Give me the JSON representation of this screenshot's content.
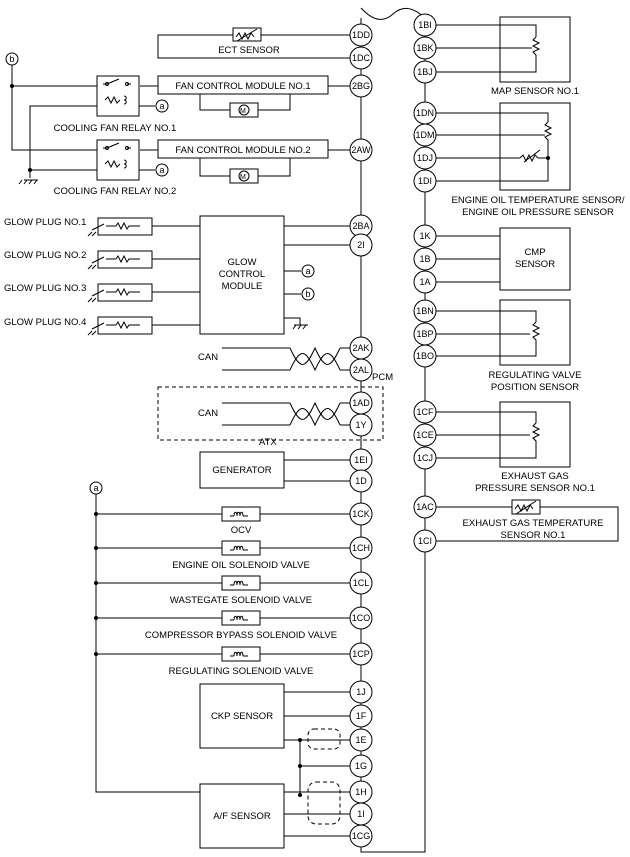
{
  "pcm_label": "PCM",
  "atx_label": "ATX",
  "left_pins": {
    "1DD": "1DD",
    "1DC": "1DC",
    "2BG": "2BG",
    "2AW": "2AW",
    "2BA": "2BA",
    "2I": "2I",
    "2AK": "2AK",
    "2AL": "2AL",
    "1AD": "1AD",
    "1Y": "1Y",
    "1EI": "1EI",
    "1D": "1D",
    "1CK": "1CK",
    "1CH": "1CH",
    "1CL": "1CL",
    "1CO": "1CO",
    "1CP": "1CP",
    "1J": "1J",
    "1F": "1F",
    "1E": "1E",
    "1G": "1G",
    "1H": "1H",
    "1I": "1I",
    "1CG": "1CG"
  },
  "right_pins": {
    "1BI": "1BI",
    "1BK": "1BK",
    "1BJ": "1BJ",
    "1DN": "1DN",
    "1DM": "1DM",
    "1DJ": "1DJ",
    "1DI": "1DI",
    "1K": "1K",
    "1B": "1B",
    "1A": "1A",
    "1BN": "1BN",
    "1BP": "1BP",
    "1BO": "1BO",
    "1CF": "1CF",
    "1CE": "1CE",
    "1CJ": "1CJ",
    "1AC": "1AC",
    "1CI": "1CI"
  },
  "components": {
    "ect_sensor": "ECT SENSOR",
    "fan_module_1": "FAN CONTROL MODULE NO.1",
    "fan_module_2": "FAN CONTROL MODULE NO.2",
    "fan_relay_1": "COOLING FAN RELAY NO.1",
    "fan_relay_2": "COOLING FAN RELAY NO.2",
    "glow_plug_1": "GLOW PLUG NO.1",
    "glow_plug_2": "GLOW PLUG NO.2",
    "glow_plug_3": "GLOW PLUG NO.3",
    "glow_plug_4": "GLOW PLUG NO.4",
    "glow_module_1": "GLOW",
    "glow_module_2": "CONTROL",
    "glow_module_3": "MODULE",
    "can_1": "CAN",
    "can_2": "CAN",
    "generator": "GENERATOR",
    "ocv": "OCV",
    "engine_oil_solenoid": "ENGINE OIL SOLENOID VALVE",
    "wastegate_solenoid": "WASTEGATE SOLENOID VALVE",
    "compressor_bypass": "COMPRESSOR BYPASS SOLENOID VALVE",
    "regulating_solenoid": "REGULATING SOLENOID VALVE",
    "ckp_sensor": "CKP SENSOR",
    "af_sensor": "A/F SENSOR",
    "map_sensor": "MAP SENSOR NO.1",
    "oil_temp_1": "ENGINE OIL TEMPERATURE SENSOR/",
    "oil_temp_2": "ENGINE OIL PRESSURE SENSOR",
    "cmp_1": "CMP",
    "cmp_2": "SENSOR",
    "reg_valve_1": "REGULATING VALVE",
    "reg_valve_2": "POSITION SENSOR",
    "exh_press_1": "EXHAUST GAS",
    "exh_press_2": "PRESSURE SENSOR NO.1",
    "exh_temp_1": "EXHAUST GAS TEMPERATURE",
    "exh_temp_2": "SENSOR NO.1"
  },
  "refs": {
    "a": "a",
    "b": "b"
  }
}
